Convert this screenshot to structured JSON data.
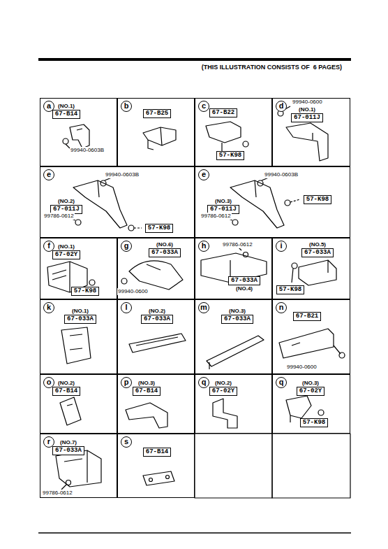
{
  "diagram": {
    "title": "(THIS ILLUSTRATION CONSISTS OF  6 PAGES)",
    "nodes": [
      {
        "text": [
          "a"
        ]
      },
      {
        "text": [
          "(NO.1)",
          "67-B14"
        ],
        "in": 0
      },
      {
        "text": [
          "b"
        ]
      },
      {
        "text": [
          "67-B25"
        ],
        "in": 2
      },
      {
        "text": [
          "c"
        ]
      },
      {
        "text": [
          "67-B22"
        ],
        "in": 4
      },
      {
        "text": [
          "57-K98"
        ],
        "in": 4
      },
      {
        "text": [
          "d"
        ]
      },
      {
        "text": [
          "(NO.1)",
          "67-011J"
        ],
        "in": 7
      },
      {
        "text": [
          "e"
        ]
      },
      {
        "text": [
          "(NO.2)",
          "67-011J"
        ],
        "in": 9
      },
      {
        "text": [
          "57-K98"
        ],
        "in": 9
      },
      {
        "text": [
          "e"
        ]
      },
      {
        "text": [
          "(NO.3)",
          "67-011J"
        ],
        "in": 12
      },
      {
        "text": [
          "57-K98"
        ],
        "in": 12
      },
      {
        "text": [
          "f"
        ]
      },
      {
        "text": [
          "(NO.1)",
          "67-02Y"
        ],
        "in": 15
      },
      {
        "text": [
          "57-K98"
        ],
        "in": 15
      },
      {
        "text": [
          "g"
        ]
      },
      {
        "text": [
          "(NO.6)",
          "67-033A"
        ],
        "in": 18
      },
      {
        "text": [
          "h"
        ]
      },
      {
        "text": [
          "67-033A",
          "(NO.4)"
        ],
        "in": 20
      },
      {
        "text": [
          "i"
        ]
      },
      {
        "text": [
          "(NO.5)",
          "67-033A"
        ],
        "in": 22
      },
      {
        "text": [
          "57-K98"
        ],
        "in": 22
      },
      {
        "text": [
          "k"
        ]
      },
      {
        "text": [
          "(NO.1)",
          "67-033A"
        ],
        "in": 25
      },
      {
        "text": [
          "l"
        ]
      },
      {
        "text": [
          "(NO.2)",
          "67-033A"
        ],
        "in": 27
      },
      {
        "text": [
          "m"
        ]
      },
      {
        "text": [
          "(NO.3)",
          "67-033A"
        ],
        "in": 29
      },
      {
        "text": [
          "n"
        ]
      },
      {
        "text": [
          "67-B21"
        ],
        "in": 31
      },
      {
        "text": [
          "o"
        ]
      },
      {
        "text": [
          "(NO.2)",
          "67-B14"
        ],
        "in": 33
      },
      {
        "text": [
          "p"
        ]
      },
      {
        "text": [
          "(NO.3)",
          "67-B14"
        ],
        "in": 35
      },
      {
        "text": [
          "q"
        ]
      },
      {
        "text": [
          "(NO.2)",
          "67-02Y"
        ],
        "in": 37
      },
      {
        "text": [
          "q"
        ]
      },
      {
        "text": [
          "(NO.3)",
          "67-02Y"
        ],
        "in": 39
      },
      {
        "text": [
          "57-K98"
        ],
        "in": 39
      },
      {
        "text": [
          "r"
        ]
      },
      {
        "text": [
          "(NO.7)",
          "67-033A"
        ],
        "in": 42
      },
      {
        "text": [
          "s"
        ]
      },
      {
        "text": [
          "67-B14"
        ],
        "in": 44
      }
    ],
    "labels": [
      "99940-0603B",
      "99940-0600",
      "99940-0603B",
      "99786-0612",
      "99940-0603B",
      "99786-0612",
      "99940-0600",
      "99786-0612",
      "99940-0600",
      "99786-0612"
    ]
  }
}
